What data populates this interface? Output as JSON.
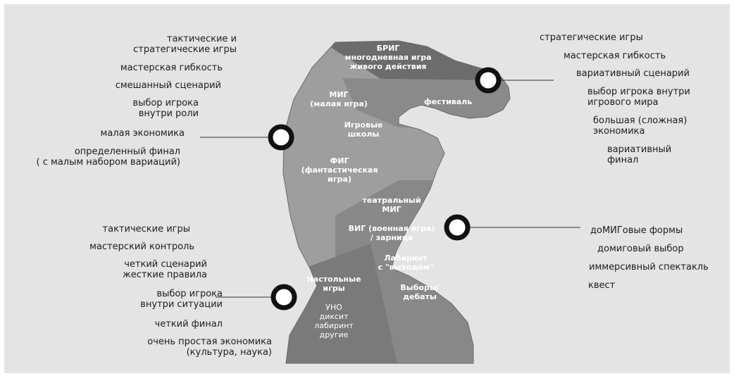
{
  "left_top": [
    "тактические и\nстратегические игры",
    "мастерская гибкость",
    "смешанный сценарий",
    "выбор игрока\nвнутри роли",
    "малая экономика",
    "определенный финал\n( с малым набором вариаций)"
  ],
  "left_bottom": [
    "тактические игры",
    "мастерский контроль",
    "четкий сценарий\nжесткие правила",
    "выбор игрока\nвнутри ситуации",
    "четкий финал",
    "очень простая экономика\n(культура, наука)"
  ],
  "right_top": [
    "стратегические игры",
    "мастерская гибкость",
    "вариативный сценарий",
    "выбор игрока внутри\nигрового мира",
    "большая (сложная)\nэкономика",
    "вариативный\nфинал"
  ],
  "right_bottom": [
    "доМИГовые формы",
    "домиговый выбор",
    "иммерсивный спектакль",
    "квест"
  ],
  "knight": {
    "brig": "БРИГ\nмногодневная игра\nживого действия",
    "festival": "фестиваль",
    "mig": "МИГ\n(малая игра)",
    "schools": "Игровые\nшколы",
    "fig": "ФИГ\n(фантастическая\nигра)",
    "theatre_mig": "театральный\nМИГ",
    "vig": "ВИГ (военная игра)\n/ зарница",
    "labyrinth_exit": "Лабиринт\nс \"выходом\"",
    "elections": "Выборы/\nдебаты",
    "board": "Настольные\nигры",
    "board_list": "УНО\nдиксит\nлабиринт\nдругие"
  },
  "colors": {
    "background": "#e4e4e4",
    "knight_dark": "#6c6c6c",
    "knight_mid": "#8a8a8a",
    "knight_light": "#9e9e9e",
    "knight_base": "#777777",
    "marker": "#111111"
  }
}
